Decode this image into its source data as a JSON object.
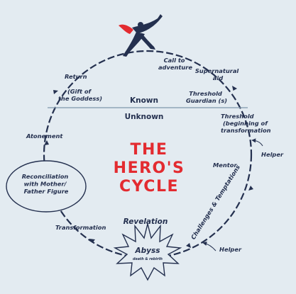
{
  "title_lines": [
    "THE",
    "HERO'S",
    "CYCLE"
  ],
  "known_label": "Known",
  "unknown_label": "Unknown",
  "stages": {
    "call": [
      "Call to",
      "adventure"
    ],
    "supernatural": [
      "Supernatural",
      "aid"
    ],
    "threshold_guardian": [
      "Threshold",
      "Guardian (s)"
    ],
    "threshold": [
      "Threshold",
      "(beginning of",
      "transformation"
    ],
    "helper_upper": "Helper",
    "mentor": "Mentor",
    "challenges": "Challenges & Temptations",
    "helper_lower": "Helper",
    "abyss": "Abyss",
    "abyss_sub": "death & rebirth",
    "revelation": "Revelation",
    "transformation": "Transformation",
    "reconciliation": [
      "Reconciliation",
      "with Mother/",
      "Father Figure"
    ],
    "atonement": "Atonement",
    "return": "Return",
    "gift": [
      "(Gift of",
      "the Goddess)"
    ]
  },
  "colors": {
    "background": "#e3ebf1",
    "ink": "#24304f",
    "title": "#e32b30",
    "cape": "#e32b30"
  },
  "icons": {
    "hero": "flying-superhero-icon",
    "abyss": "starburst-icon"
  }
}
